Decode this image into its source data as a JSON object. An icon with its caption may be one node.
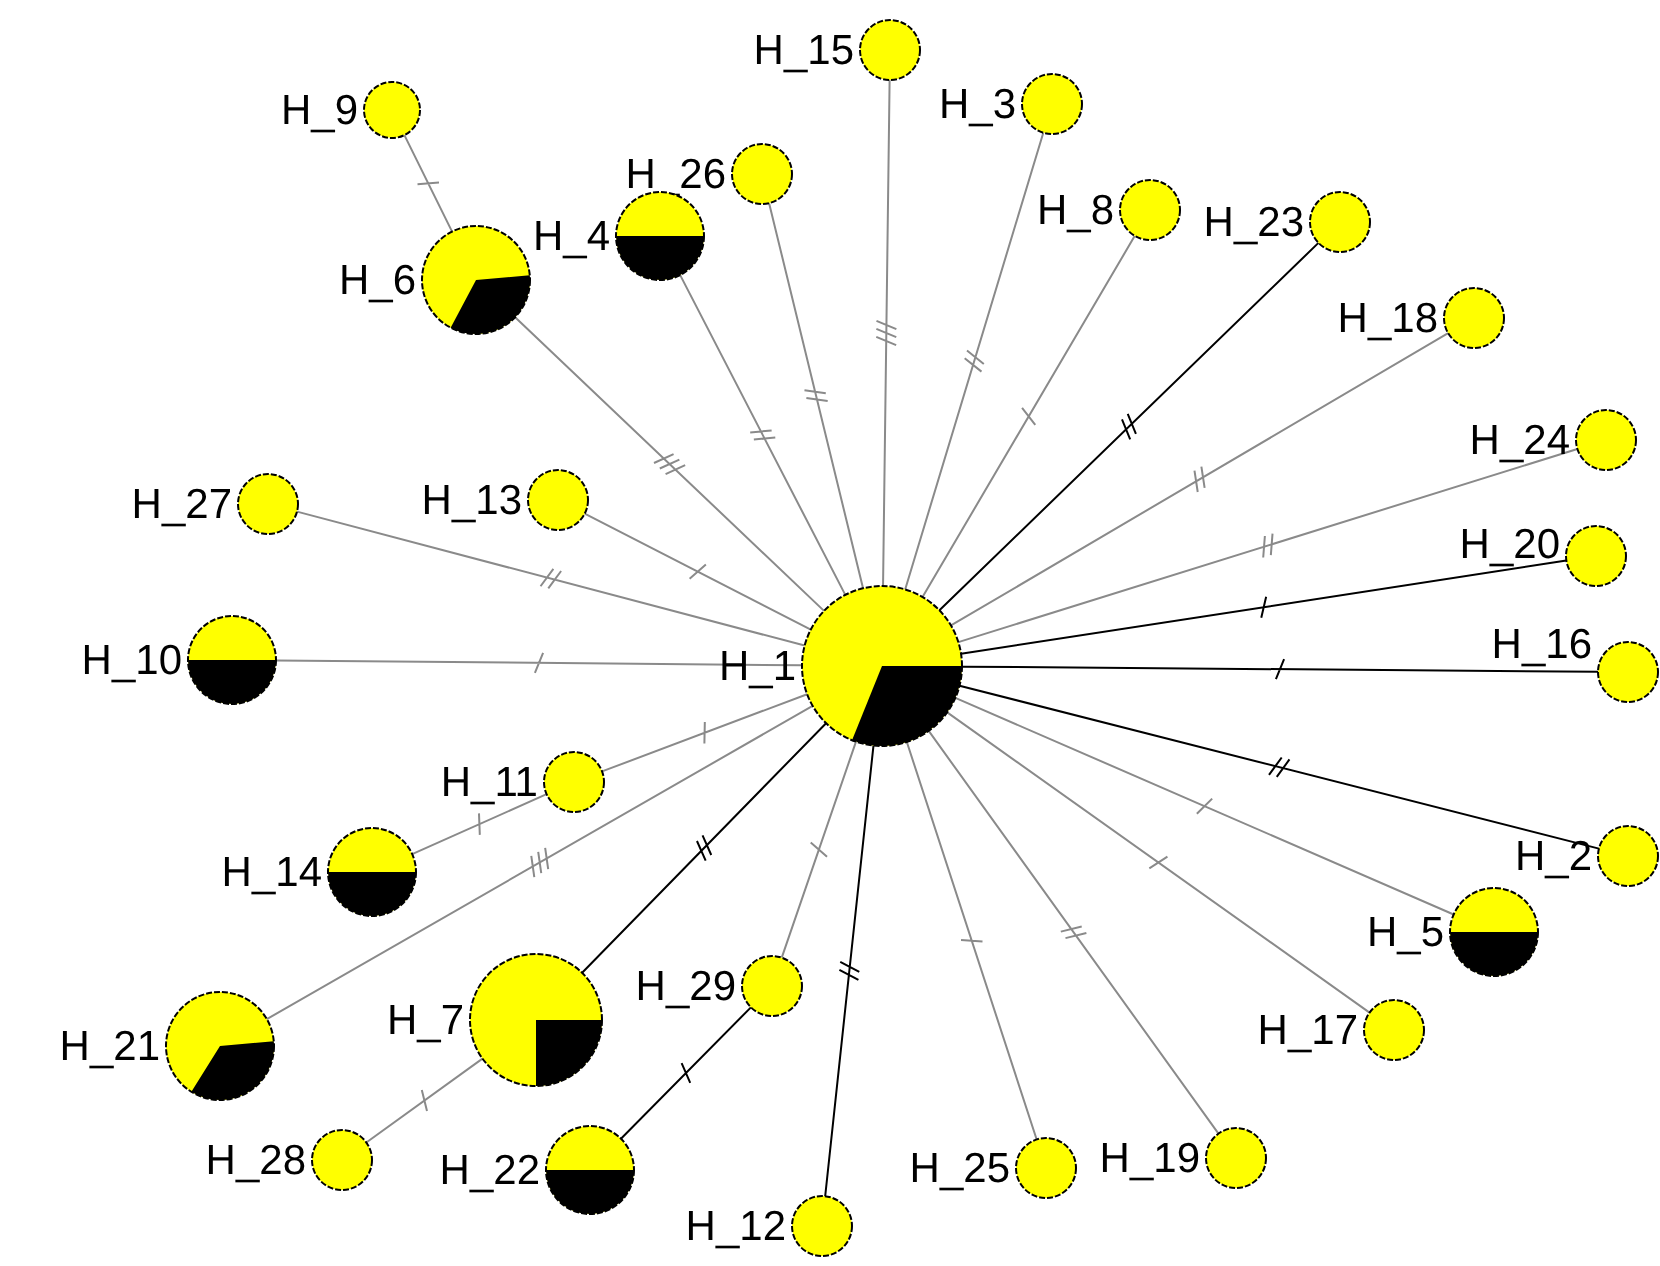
{
  "diagram": {
    "nodes": [
      {
        "text": [
          "H_15"
        ]
      },
      {
        "text": [
          "H_3"
        ]
      },
      {
        "text": [
          "H_9"
        ]
      },
      {
        "text": [
          "H_26"
        ]
      },
      {
        "text": [
          "H_8"
        ]
      },
      {
        "text": [
          "H_23"
        ]
      },
      {
        "text": [
          "H_4"
        ]
      },
      {
        "text": [
          "H_6"
        ]
      },
      {
        "text": [
          "H_18"
        ]
      },
      {
        "text": [
          "H_24"
        ]
      },
      {
        "text": [
          "H_27"
        ]
      },
      {
        "text": [
          "H_13"
        ]
      },
      {
        "text": [
          "H_20"
        ]
      },
      {
        "text": [
          "H_10"
        ]
      },
      {
        "text": [
          "H_1"
        ]
      },
      {
        "text": [
          "H_16"
        ]
      },
      {
        "text": [
          "H_11"
        ]
      },
      {
        "text": [
          "H_2"
        ]
      },
      {
        "text": [
          "H_14"
        ]
      },
      {
        "text": [
          "H_5"
        ]
      },
      {
        "text": [
          "H_29"
        ]
      },
      {
        "text": [
          "H_7"
        ]
      },
      {
        "text": [
          "H_17"
        ]
      },
      {
        "text": [
          "H_21"
        ]
      },
      {
        "text": [
          "H_19"
        ]
      },
      {
        "text": [
          "H_28"
        ]
      },
      {
        "text": [
          "H_25"
        ]
      },
      {
        "text": [
          "H_22"
        ]
      },
      {
        "text": [
          "H_12"
        ]
      }
    ],
    "edges": [
      {
        "from": 14,
        "to": 0,
        "arrow": "none"
      },
      {
        "from": 14,
        "to": 1,
        "arrow": "none"
      },
      {
        "from": 7,
        "to": 2,
        "arrow": "none"
      },
      {
        "from": 14,
        "to": 3,
        "arrow": "none"
      },
      {
        "from": 14,
        "to": 4,
        "arrow": "none"
      },
      {
        "from": 14,
        "to": 5,
        "arrow": "none",
        "color": "#000000"
      },
      {
        "from": 14,
        "to": 6,
        "arrow": "none"
      },
      {
        "from": 14,
        "to": 7,
        "arrow": "none"
      },
      {
        "from": 14,
        "to": 8,
        "arrow": "none"
      },
      {
        "from": 14,
        "to": 9,
        "arrow": "none"
      },
      {
        "from": 14,
        "to": 10,
        "arrow": "none"
      },
      {
        "from": 14,
        "to": 11,
        "arrow": "none"
      },
      {
        "from": 14,
        "to": 12,
        "arrow": "none",
        "color": "#000000"
      },
      {
        "from": 14,
        "to": 13,
        "arrow": "none"
      },
      {
        "from": 14,
        "to": 15,
        "arrow": "none",
        "color": "#000000"
      },
      {
        "from": 14,
        "to": 16,
        "arrow": "none"
      },
      {
        "from": 16,
        "to": 18,
        "arrow": "none"
      },
      {
        "from": 14,
        "to": 17,
        "arrow": "none",
        "color": "#000000"
      },
      {
        "from": 14,
        "to": 19,
        "arrow": "none"
      },
      {
        "from": 14,
        "to": 20,
        "arrow": "none"
      },
      {
        "from": 14,
        "to": 21,
        "arrow": "none",
        "color": "#000000"
      },
      {
        "from": 14,
        "to": 22,
        "arrow": "none"
      },
      {
        "from": 14,
        "to": 23,
        "arrow": "none"
      },
      {
        "from": 14,
        "to": 24,
        "arrow": "none"
      },
      {
        "from": 21,
        "to": 25,
        "arrow": "none"
      },
      {
        "from": 14,
        "to": 26,
        "arrow": "none"
      },
      {
        "from": 20,
        "to": 27,
        "arrow": "none",
        "color": "#000000"
      },
      {
        "from": 14,
        "to": 28,
        "arrow": "none",
        "color": "#000000"
      }
    ]
  }
}
